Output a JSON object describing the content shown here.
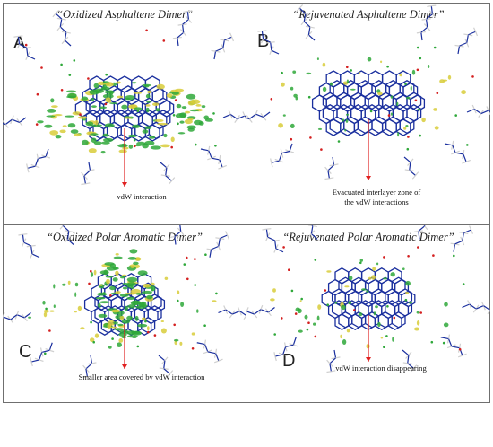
{
  "panels": [
    {
      "id": "A",
      "title": "“Oxidized Asphaltene Dimer”",
      "letter": "A",
      "annotation": "vdW interaction"
    },
    {
      "id": "B",
      "title": "“Rejuvenated Asphaltene Dimer”",
      "letter": "B",
      "annotation_line1": "Evacuated interlayer zone of",
      "annotation_line2": "the vdW interactions"
    },
    {
      "id": "C",
      "title": "“Oxidized Polar Aromatic Dimer”",
      "letter": "C",
      "annotation": "Smaller area covered by vdW interaction"
    },
    {
      "id": "D",
      "title": "“Rejuvenated Polar Aromatic Dimer”",
      "letter": "D",
      "annotation": "vdW interaction disappearing"
    }
  ],
  "colors": {
    "bond": "#1a2f9e",
    "hydrogen": "#d0d0d0",
    "oxygen": "#d42020",
    "sulfur": "#e0d020",
    "vdw_green": "#2fa83a",
    "vdw_yellow": "#d8cc3a",
    "arrow": "#e02020"
  }
}
